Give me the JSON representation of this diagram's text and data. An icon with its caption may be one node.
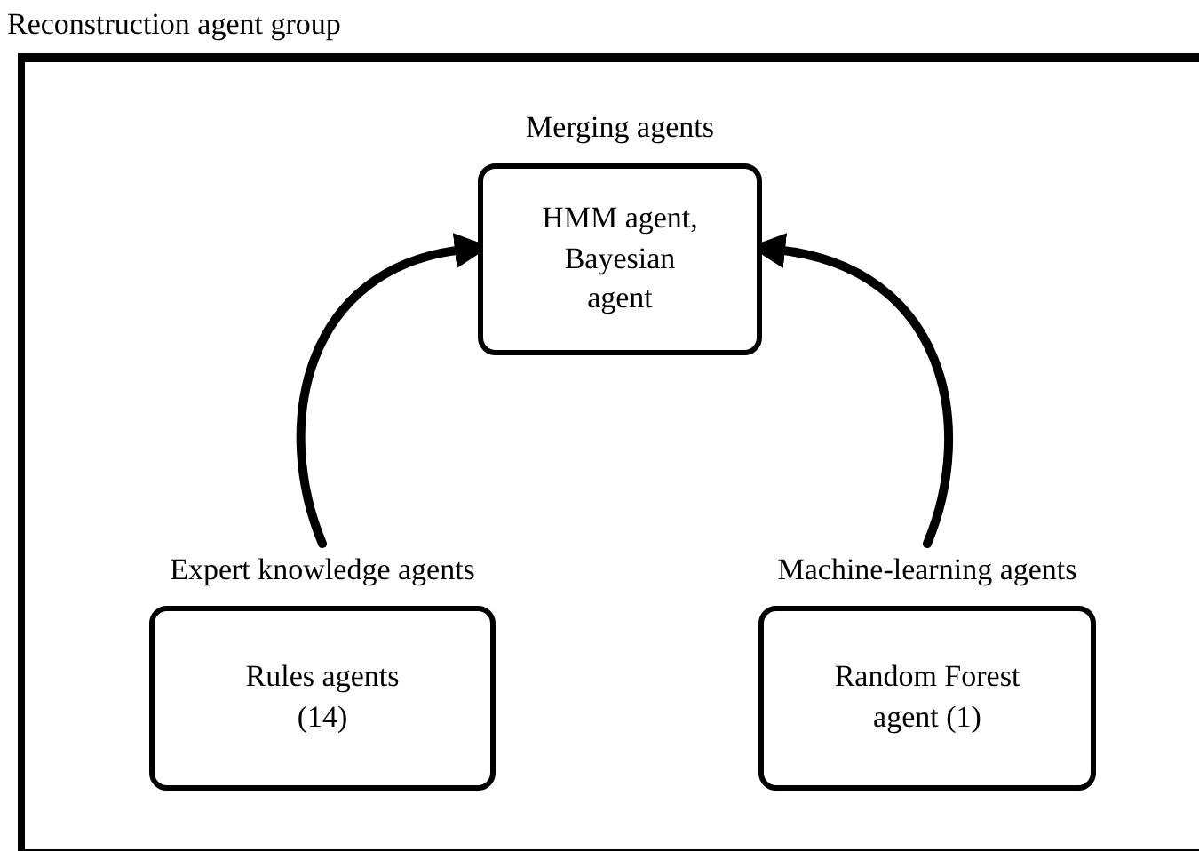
{
  "diagram": {
    "nodes": [
      {
        "text": [
          "Reconstruction agent group"
        ]
      },
      {
        "text": [
          "Merging agents",
          "HMM agent, Bayesian agent"
        ],
        "in": 0
      },
      {
        "text": [
          "Expert knowledge agents",
          "Rules agents (14)"
        ],
        "in": 0
      },
      {
        "text": [
          "Machine-learning agents",
          "Random Forest agent (1)"
        ],
        "in": 0
      }
    ],
    "edges": [
      {
        "from": 2,
        "to": 1,
        "arrow": "to"
      },
      {
        "from": 3,
        "to": 1,
        "arrow": "to"
      }
    ]
  }
}
